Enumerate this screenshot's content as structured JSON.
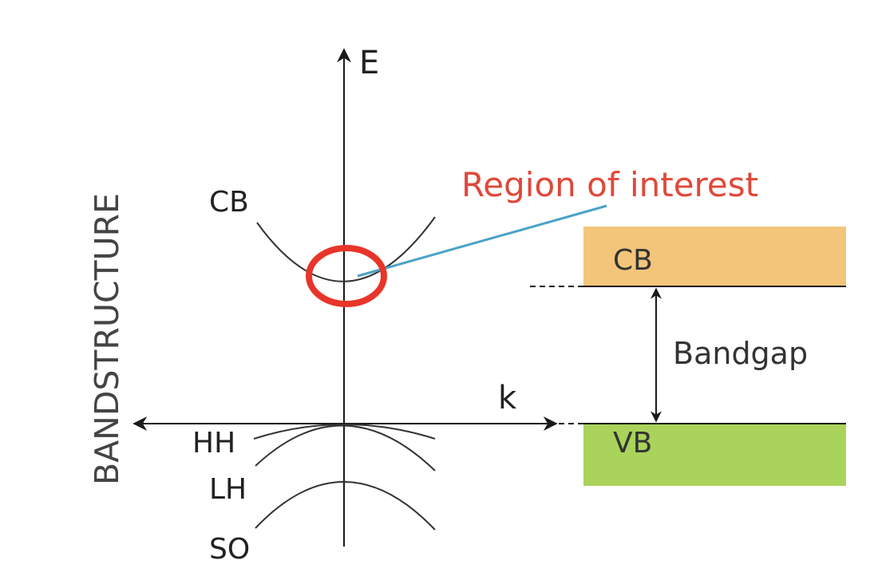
{
  "diagram": {
    "vertical_label": "BANDSTRUCTURE",
    "axis_energy_label": "E",
    "axis_k_label": "k",
    "callout_text": "Region of interest",
    "bands_left": {
      "cb": "CB",
      "hh": "HH",
      "lh": "LH",
      "so": "SO"
    },
    "bands_right": {
      "cb": "CB",
      "vb": "VB",
      "gap": "Bandgap"
    }
  },
  "colors": {
    "axis": "#1a1a1a",
    "curve": "#333333",
    "callout_text": "#e0483a",
    "circle": "#e8352a",
    "pointer_line": "#4aa3c7",
    "cb_box": "#f3c57a",
    "vb_box": "#a9d35a"
  }
}
